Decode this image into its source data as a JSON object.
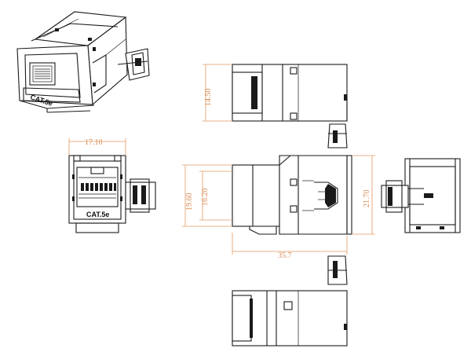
{
  "colors": {
    "line": "#1a1a1a",
    "dimension": "#e09a63",
    "background": "#ffffff"
  },
  "labels": {
    "iso_cat": "CAT.5e",
    "front_cat": "CAT.5e"
  },
  "dimensions": {
    "front_width": "17.10",
    "top_height": "14.50",
    "side_height_outer": "19.60",
    "side_height_inner": "16.20",
    "side_length": "35.7",
    "side_height_right": "21.70"
  }
}
